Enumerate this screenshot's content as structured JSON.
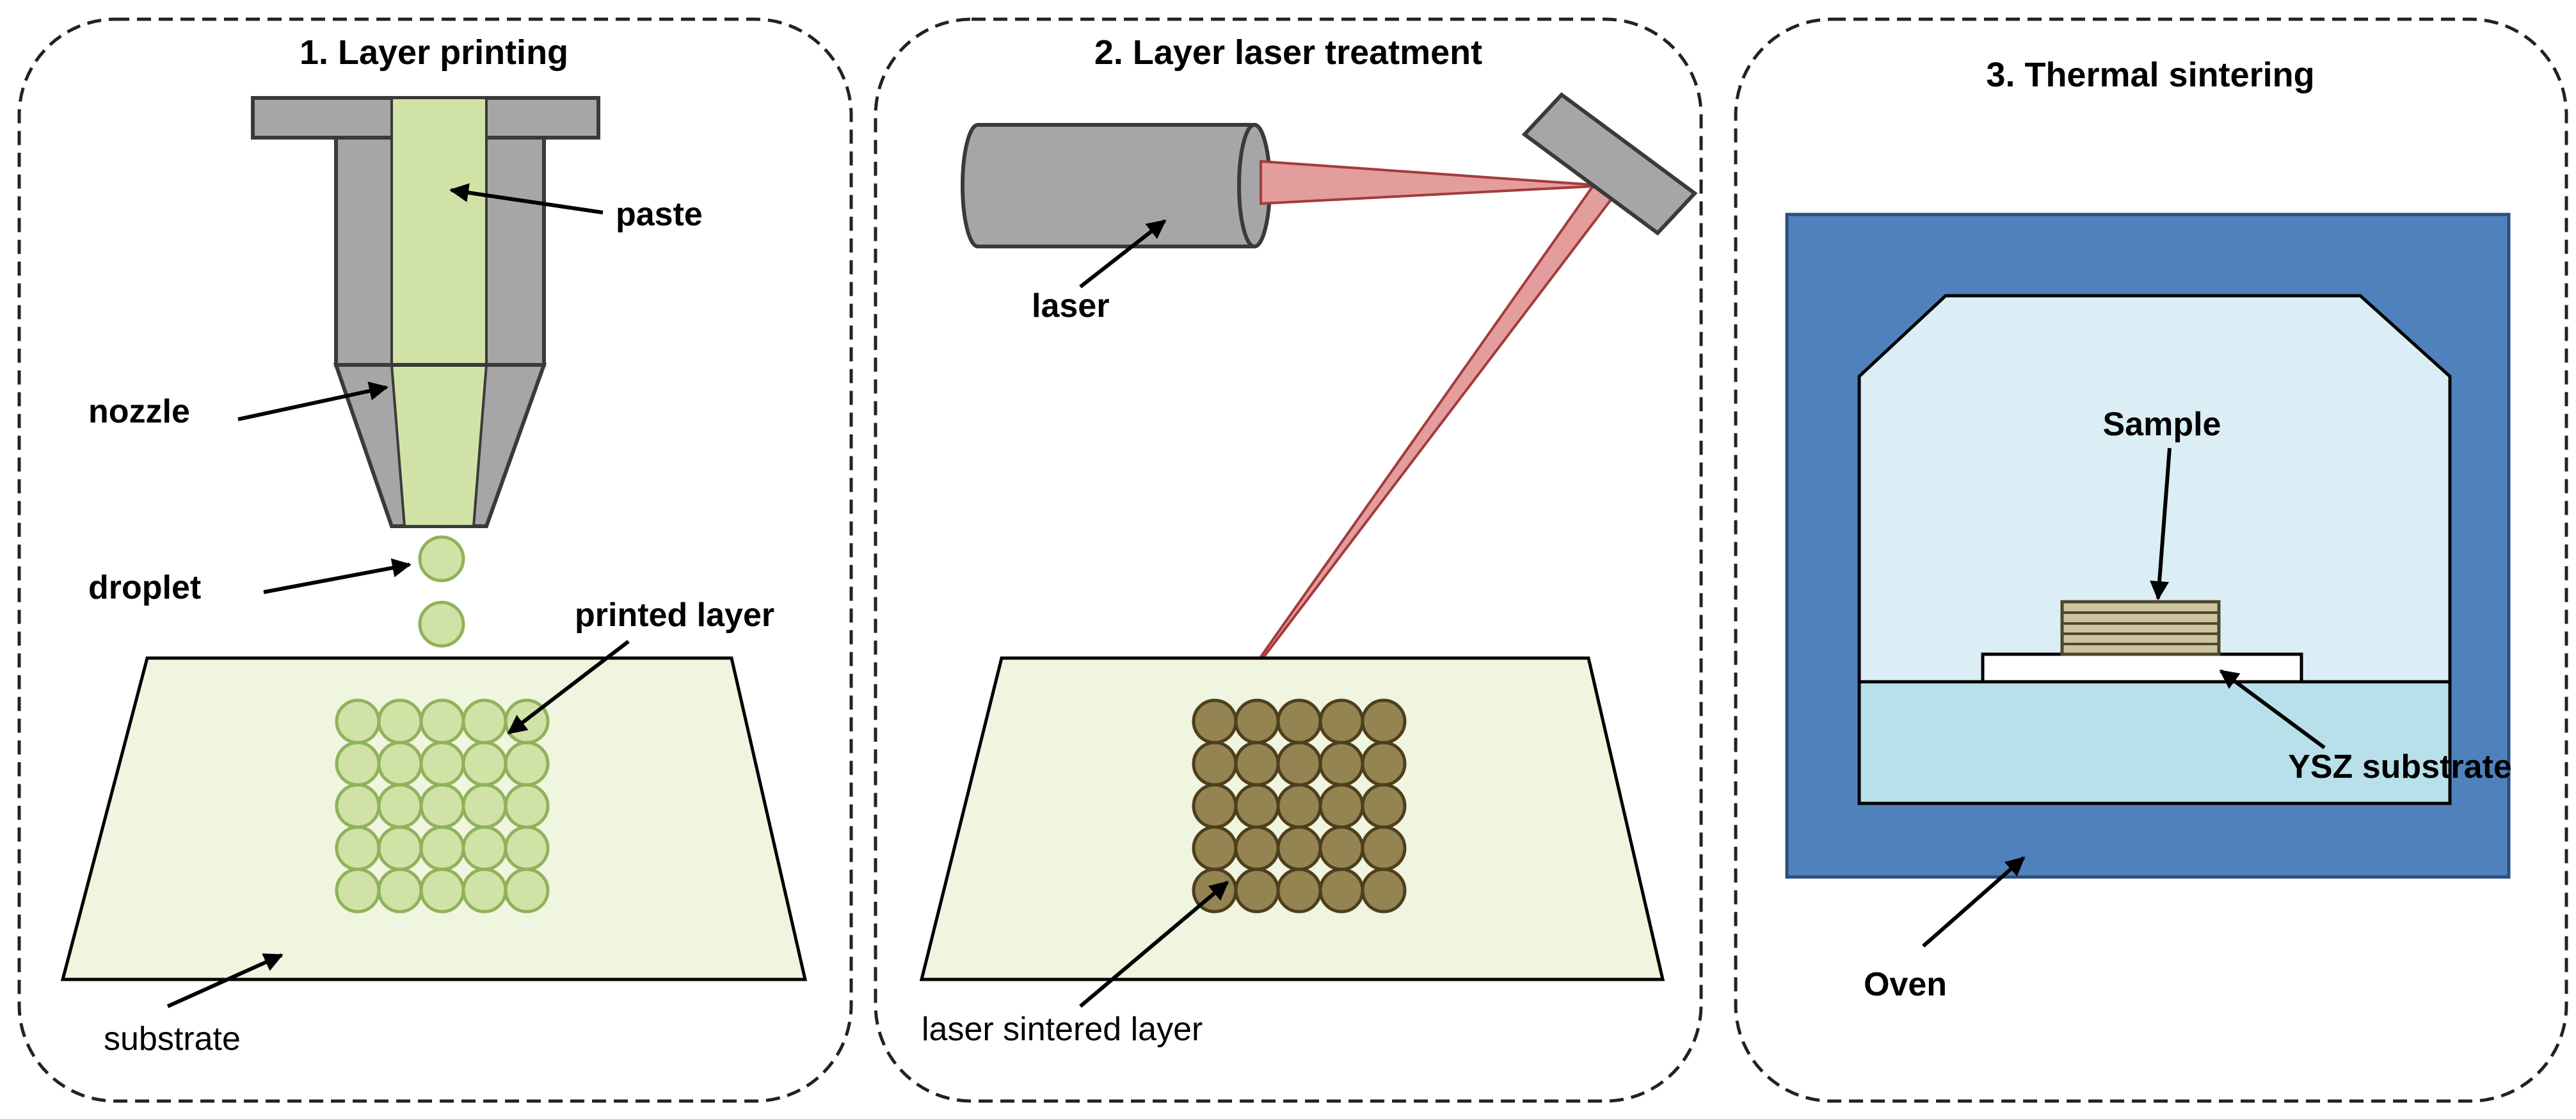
{
  "panels": [
    {
      "title": "1. Layer printing",
      "labels": {
        "paste": "paste",
        "nozzle": "nozzle",
        "droplet": "droplet",
        "printed_layer": "printed layer",
        "substrate": "substrate"
      }
    },
    {
      "title": "2. Layer laser treatment",
      "labels": {
        "laser": "laser",
        "laser_sintered_layer": "laser sintered layer"
      }
    },
    {
      "title": "3. Thermal sintering",
      "labels": {
        "sample": "Sample",
        "ysz_substrate": "YSZ substrate",
        "oven": "Oven"
      }
    }
  ],
  "colors": {
    "paste": "#d1e2a6",
    "paste_outline": "#8fb25a",
    "metal": "#a6a6a6",
    "metal_outline": "#3a3a3a",
    "substrate": "#eff5df",
    "sintered": "#948452",
    "sintered_outline": "#4e3f1c",
    "beam": "#e49d9d",
    "beam_outline": "#a33b3b",
    "oven": "#4f81bd",
    "oven_outline": "#2b4f7d",
    "chamber": "#dbeef6",
    "chamber_floor": "#b8e0ea",
    "sample_layer": "#cdc5a0",
    "sample_line": "#4e472b"
  },
  "grid": {
    "rows": 5,
    "cols": 5
  }
}
